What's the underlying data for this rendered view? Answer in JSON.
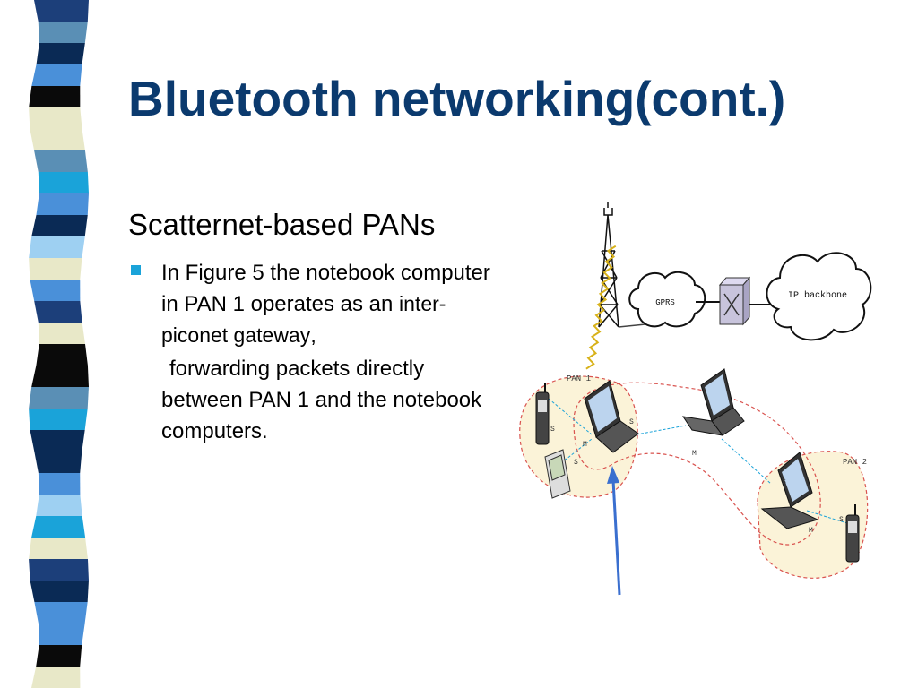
{
  "slide": {
    "title": "Bluetooth networking(cont.)",
    "subtitle": "Scatternet-based PANs",
    "bullet_part1": "In Figure 5 the notebook computer in PAN 1 operates as an ",
    "bullet_emphasis": "inter-piconet gateway",
    "bullet_comma": ",",
    "bullet_continuation": "forwarding packets directly between PAN 1 and the notebook computers."
  },
  "figure": {
    "gprs": "GPRS",
    "ip_backbone": "IP backbone",
    "pan1": "PAN 1",
    "pan2": "PAN 2",
    "master": "M",
    "slave": "S"
  },
  "colors": {
    "title": "#0b3a6e",
    "bullet": "#1aa3d9",
    "arrow": "#3a6fcf",
    "pan_fill": "#fbf3d8",
    "pan_outline": "#d9534f"
  },
  "decoration": {
    "stripe_colors": [
      "#1c3f7a",
      "#5a8fb5",
      "#0a2a55",
      "#4a90d9",
      "#0a0a0a",
      "#e8e8c8",
      "#e8e8c8",
      "#5a8fb5",
      "#1aa3d9",
      "#4a90d9",
      "#0a2a55",
      "#9ed0f2",
      "#e8e8c8",
      "#4a90d9",
      "#1c3f7a",
      "#e8e8c8",
      "#0a0a0a",
      "#0a0a0a",
      "#5a8fb5",
      "#1aa3d9",
      "#0a2a55",
      "#0a2a55",
      "#4a90d9",
      "#9ed0f2",
      "#1aa3d9",
      "#e8e8c8",
      "#1c3f7a",
      "#0a2a55",
      "#4a90d9",
      "#4a90d9",
      "#0a0a0a",
      "#e8e8c8"
    ]
  }
}
